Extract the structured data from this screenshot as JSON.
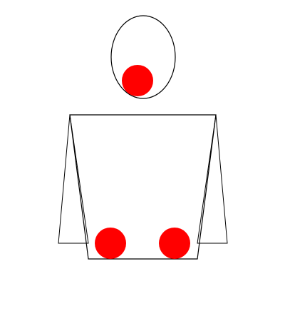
{
  "diagram": {
    "stroke_color": "#000000",
    "marker_color": "#ff0000",
    "background": "#ffffff",
    "parts": [
      "head",
      "torso",
      "left-flap",
      "right-flap"
    ],
    "markers": [
      "head-marker",
      "left-marker",
      "right-marker"
    ]
  }
}
